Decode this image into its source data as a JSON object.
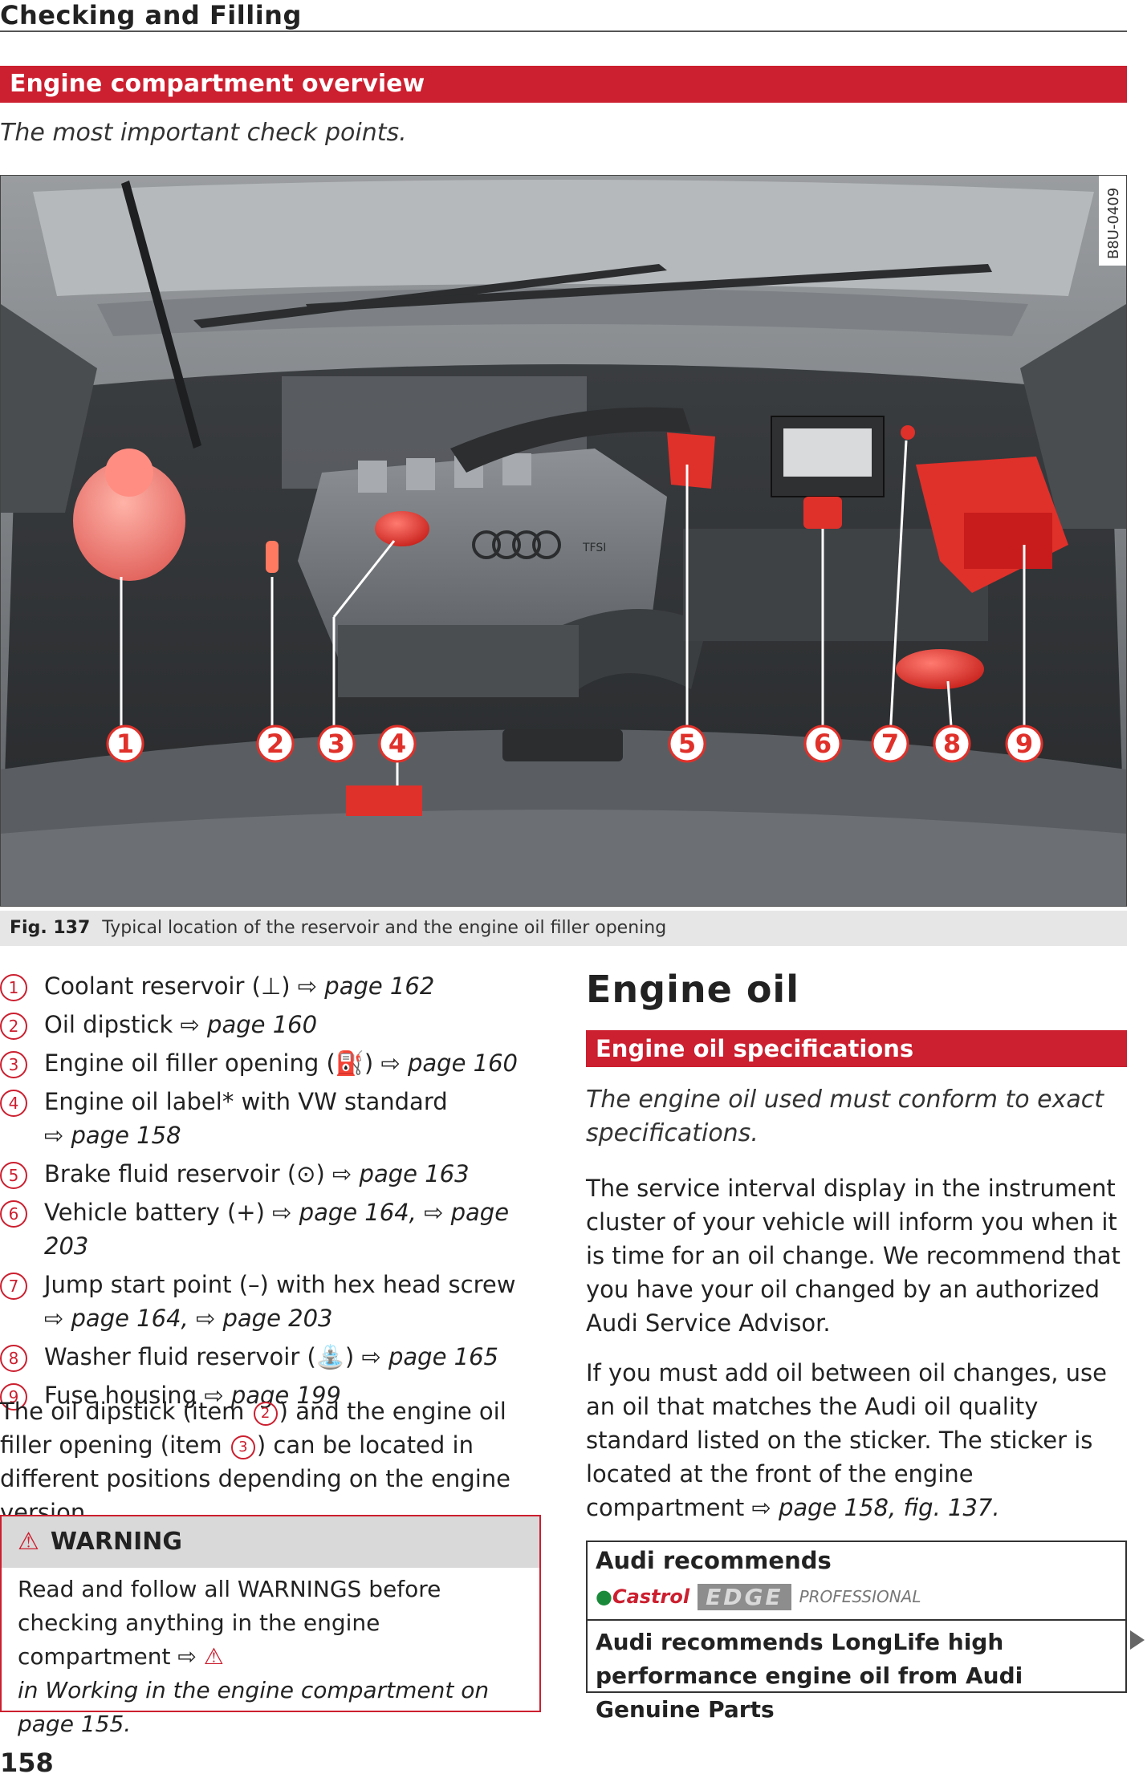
{
  "header": {
    "running_title": "Checking and Filling"
  },
  "section": {
    "title": "Engine compartment overview",
    "lead": "The most important check points."
  },
  "figure": {
    "code": "B8U-0409",
    "logo_text": "TFSI",
    "callouts": [
      "1",
      "2",
      "3",
      "4",
      "5",
      "6",
      "7",
      "8",
      "9"
    ],
    "caption_label": "Fig. 137",
    "caption_text": "Typical location of the reservoir and the engine oil filler opening"
  },
  "items": [
    {
      "num": "1",
      "text": "Coolant reservoir (",
      "icon": "coolant-icon",
      "after": ") ",
      "ref": "⇨ page 162",
      "ref2": ""
    },
    {
      "num": "2",
      "text": "Oil dipstick ",
      "icon": "",
      "after": "",
      "ref": "⇨ page 160",
      "ref2": ""
    },
    {
      "num": "3",
      "text": "Engine oil filler opening (",
      "icon": "oil-can-icon",
      "after": ") ",
      "ref": "⇨ page 160",
      "ref2": ""
    },
    {
      "num": "4",
      "text": "Engine oil label* with VW standard",
      "icon": "",
      "after": "",
      "ref": "⇨ page 158",
      "ref2": ""
    },
    {
      "num": "5",
      "text": "Brake fluid reservoir (",
      "icon": "brake-icon",
      "after": ") ",
      "ref": "⇨ page 163",
      "ref2": ""
    },
    {
      "num": "6",
      "text": "Vehicle battery (+) ",
      "icon": "",
      "after": "",
      "ref": "⇨ page 164",
      "ref2": ", ⇨ page 203"
    },
    {
      "num": "7",
      "text": "Jump start point (–) with hex head screw",
      "icon": "",
      "after": "",
      "ref": "⇨ page 164",
      "ref2": ", ⇨ page 203"
    },
    {
      "num": "8",
      "text": "Washer fluid reservoir (",
      "icon": "washer-icon",
      "after": ") ",
      "ref": "⇨ page 165",
      "ref2": ""
    },
    {
      "num": "9",
      "text": "Fuse housing ",
      "icon": "",
      "after": "",
      "ref": "⇨ page 199",
      "ref2": ""
    }
  ],
  "note": {
    "part1": "The oil dipstick (item ",
    "n1": "2",
    "part2": ") and the engine oil filler opening (item ",
    "n2": "3",
    "part3": ") can be located in different positions depending on the engine version."
  },
  "warning": {
    "title": "WARNING",
    "text1": "Read and follow all WARNINGS before checking anything in the engine compartment ⇨ ",
    "text2": "in Working in the engine compartment on page 155."
  },
  "page_number": "158",
  "engine_oil": {
    "heading": "Engine oil",
    "sub_title": "Engine oil specifications",
    "lead": "The engine oil used must conform to exact specifications.",
    "para1": "The service interval display in the instrument cluster of your vehicle will inform you when it is time for an oil change. We recommend that you have your oil changed by an authorized Audi Service Advisor.",
    "para2_text": "If you must add oil between oil changes, use an oil that matches the Audi oil quality standard listed on the sticker. The sticker is located at the front of the engine compartment ",
    "para2_ref": "⇨ page 158, fig. 137.",
    "box_title": "Audi recommends",
    "brand": "Castrol",
    "product": "EDGE",
    "product_sub": "PROFESSIONAL",
    "box_text": "Audi recommends LongLife high performance engine oil from Audi Genuine Parts"
  },
  "colors": {
    "accent": "#cc1f2f",
    "highlight_part": "#e0302a"
  }
}
